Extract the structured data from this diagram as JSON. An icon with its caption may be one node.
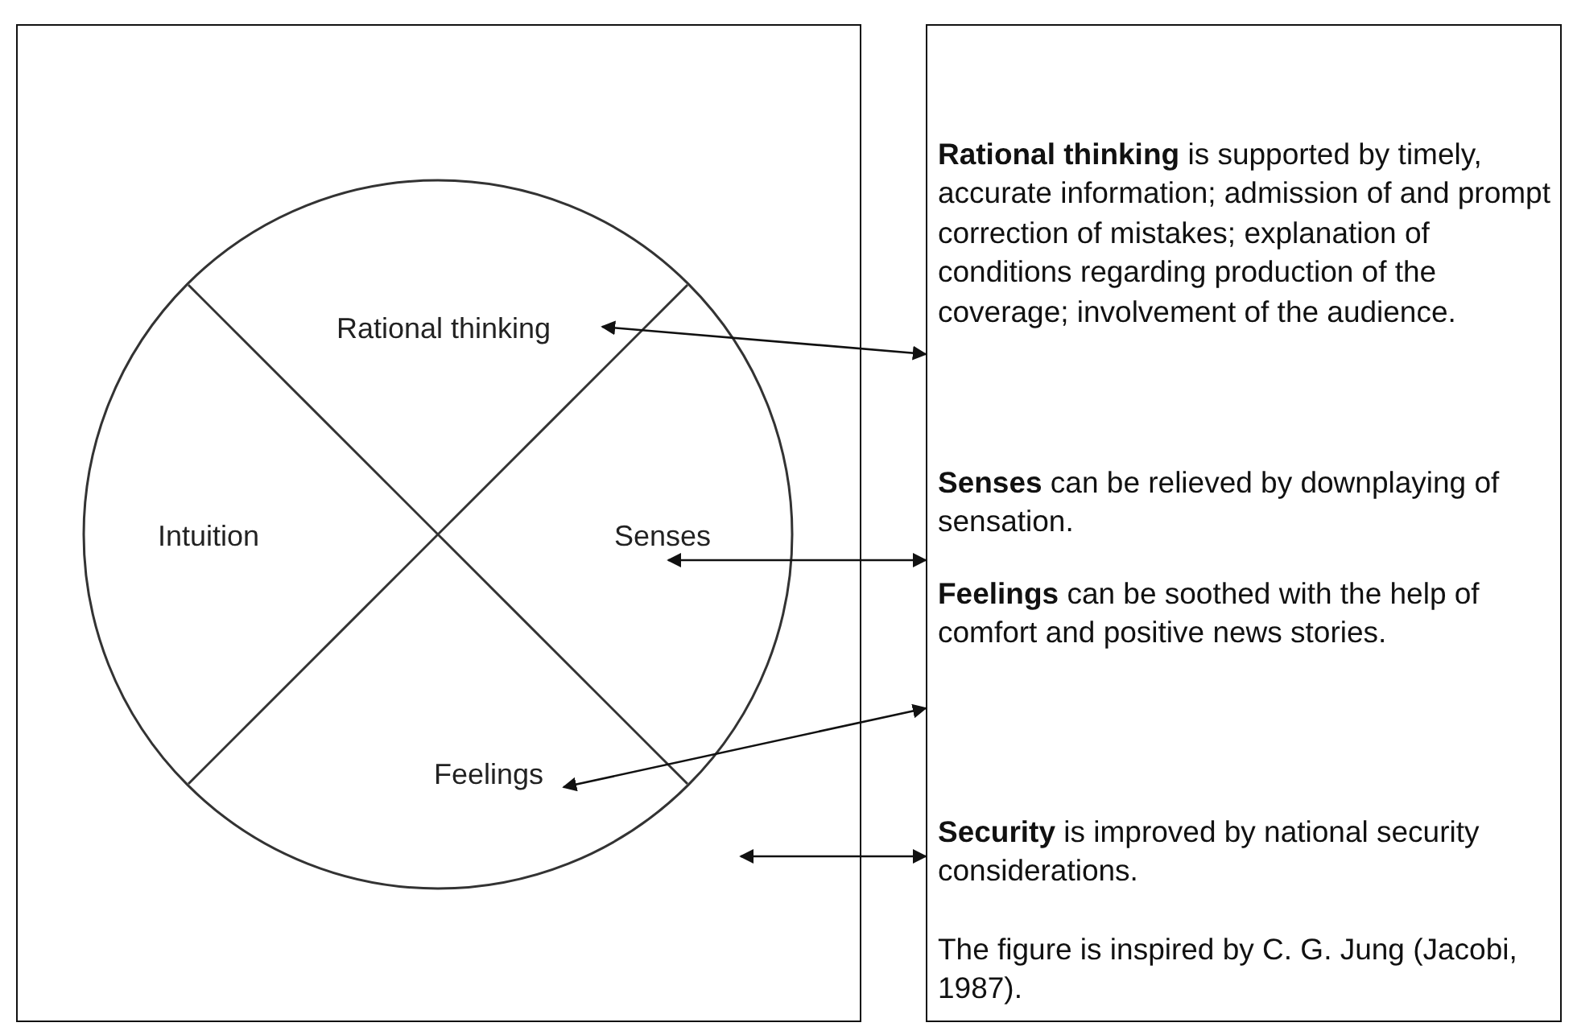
{
  "diagram": {
    "nodes": [
      {
        "text": [],
        "shape": "box"
      },
      {
        "text": [
          "Rational thinking"
        ],
        "in": 0
      },
      {
        "text": [
          "Intuition"
        ],
        "in": 0
      },
      {
        "text": [
          "Senses"
        ],
        "in": 0
      },
      {
        "text": [
          "Feelings"
        ],
        "in": 0
      },
      {
        "text": [],
        "shape": "box"
      },
      {
        "text": [
          "**Rational thinking** is supported by timely, accurate information; admission of and prompt correction of mistakes; explanation of conditions regarding production of the coverage; involvement of the audience."
        ],
        "in": 5
      },
      {
        "text": [
          "**Senses** can be relieved by downplaying of sensation."
        ],
        "in": 5
      },
      {
        "text": [
          "**Feelings** can be soothed with the help of comfort and positive news stories."
        ],
        "in": 5
      },
      {
        "text": [
          "**Security** is improved by national security considerations."
        ],
        "in": 5
      },
      {
        "text": [
          "The figure is inspired by C. G. Jung (Jacobi, 1987)."
        ],
        "in": 5
      }
    ],
    "edges": [
      {
        "from": 1,
        "to": 6,
        "arrow": "both"
      },
      {
        "from": 3,
        "to": 7,
        "arrow": "both"
      },
      {
        "from": 4,
        "to": 8,
        "arrow": "both"
      },
      {
        "from": null,
        "to": 9,
        "arrow": "both"
      }
    ]
  }
}
